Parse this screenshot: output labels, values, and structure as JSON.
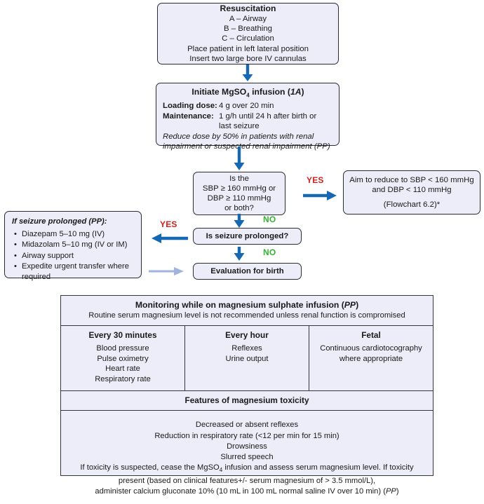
{
  "colors": {
    "box_fill": "#ecedf8",
    "box_border": "#2b2b33",
    "arrow_blue": "#1668b3",
    "arrow_pale": "#9fb4df",
    "yes_red": "#d0211c",
    "no_green": "#34b233",
    "table_border": "#34343c"
  },
  "resuscitation": {
    "title": "Resuscitation",
    "lines": [
      "A – Airway",
      "B – Breathing",
      "C – Circulation",
      "Place patient in left lateral position",
      "Insert two large bore IV cannulas"
    ]
  },
  "mgso4": {
    "title_pre": "Initiate MgSO",
    "title_sub": "4",
    "title_post": " infusion (",
    "title_grade": "1A",
    "title_end": ")",
    "loading_label": "Loading dose:",
    "loading_value": "4 g over 20 min",
    "maintenance_label": "Maintenance:",
    "maintenance_value": "1 g/h until 24 h after birth or",
    "maintenance_value2": "last seizure",
    "note": "Reduce dose by 50% in patients with renal impairment or suspected renal impairment (PP)"
  },
  "bp_decision": {
    "lines": [
      "Is the",
      "SBP ≥ 160 mmHg or",
      "DBP ≥ 110 mmHg",
      "or both?"
    ],
    "yes_label": "YES",
    "no_label": "NO"
  },
  "aim_box": {
    "line1": "Aim to reduce to SBP < 160 mmHg",
    "line2": "and DBP < 110 mmHg",
    "line3": "(Flowchart  6.2)*"
  },
  "seizure_decision": {
    "label": "Is seizure prolonged?",
    "yes_label": "YES",
    "no_label": "NO"
  },
  "evaluation": {
    "label": "Evaluation for birth"
  },
  "prolonged_panel": {
    "title": "If seizure prolonged (PP):",
    "group1": [
      "Diazepam 5–10 mg (IV)",
      "Midazolam 5–10 mg (IV or IM)"
    ],
    "group2": [
      "Airway support",
      "Expedite urgent transfer where required"
    ]
  },
  "monitoring_table": {
    "header_title_pre": "Monitoring while on magnesium sulphate infusion (",
    "header_title_em": "PP",
    "header_title_post": ")",
    "header_subtitle": "Routine serum magnesium level is not recommended unless renal function is compromised",
    "columns": [
      {
        "heading": "Every 30 minutes",
        "items": [
          "Blood pressure",
          "Pulse oximetry",
          "Heart rate",
          "Respiratory rate"
        ]
      },
      {
        "heading": "Every hour",
        "items": [
          "Reflexes",
          "Urine output"
        ]
      },
      {
        "heading": "Fetal",
        "items": [
          "Continuous cardiotocography",
          "where appropriate"
        ]
      }
    ],
    "toxicity_band": "Features of magnesium toxicity",
    "toxicity_lines": [
      "Decreased or absent reflexes",
      "Reduction in respiratory rate (<12 per min for 15 min)",
      "Drowsiness",
      "Slurred speech"
    ],
    "toxicity_para_1_pre": "If toxicity is suspected, cease the MgSO",
    "toxicity_para_1_sub": "4",
    "toxicity_para_1_post": " infusion and assess serum magnesium level. If toxicity",
    "toxicity_para_2": "present (based on clinical features+/- serum magnesium of > 3.5 mmol/L),",
    "toxicity_para_3_pre": "administer calcium gluconate 10% (10 mL in 100 mL normal saline IV over 10 min) (",
    "toxicity_para_3_em": "PP",
    "toxicity_para_3_post": ")"
  }
}
